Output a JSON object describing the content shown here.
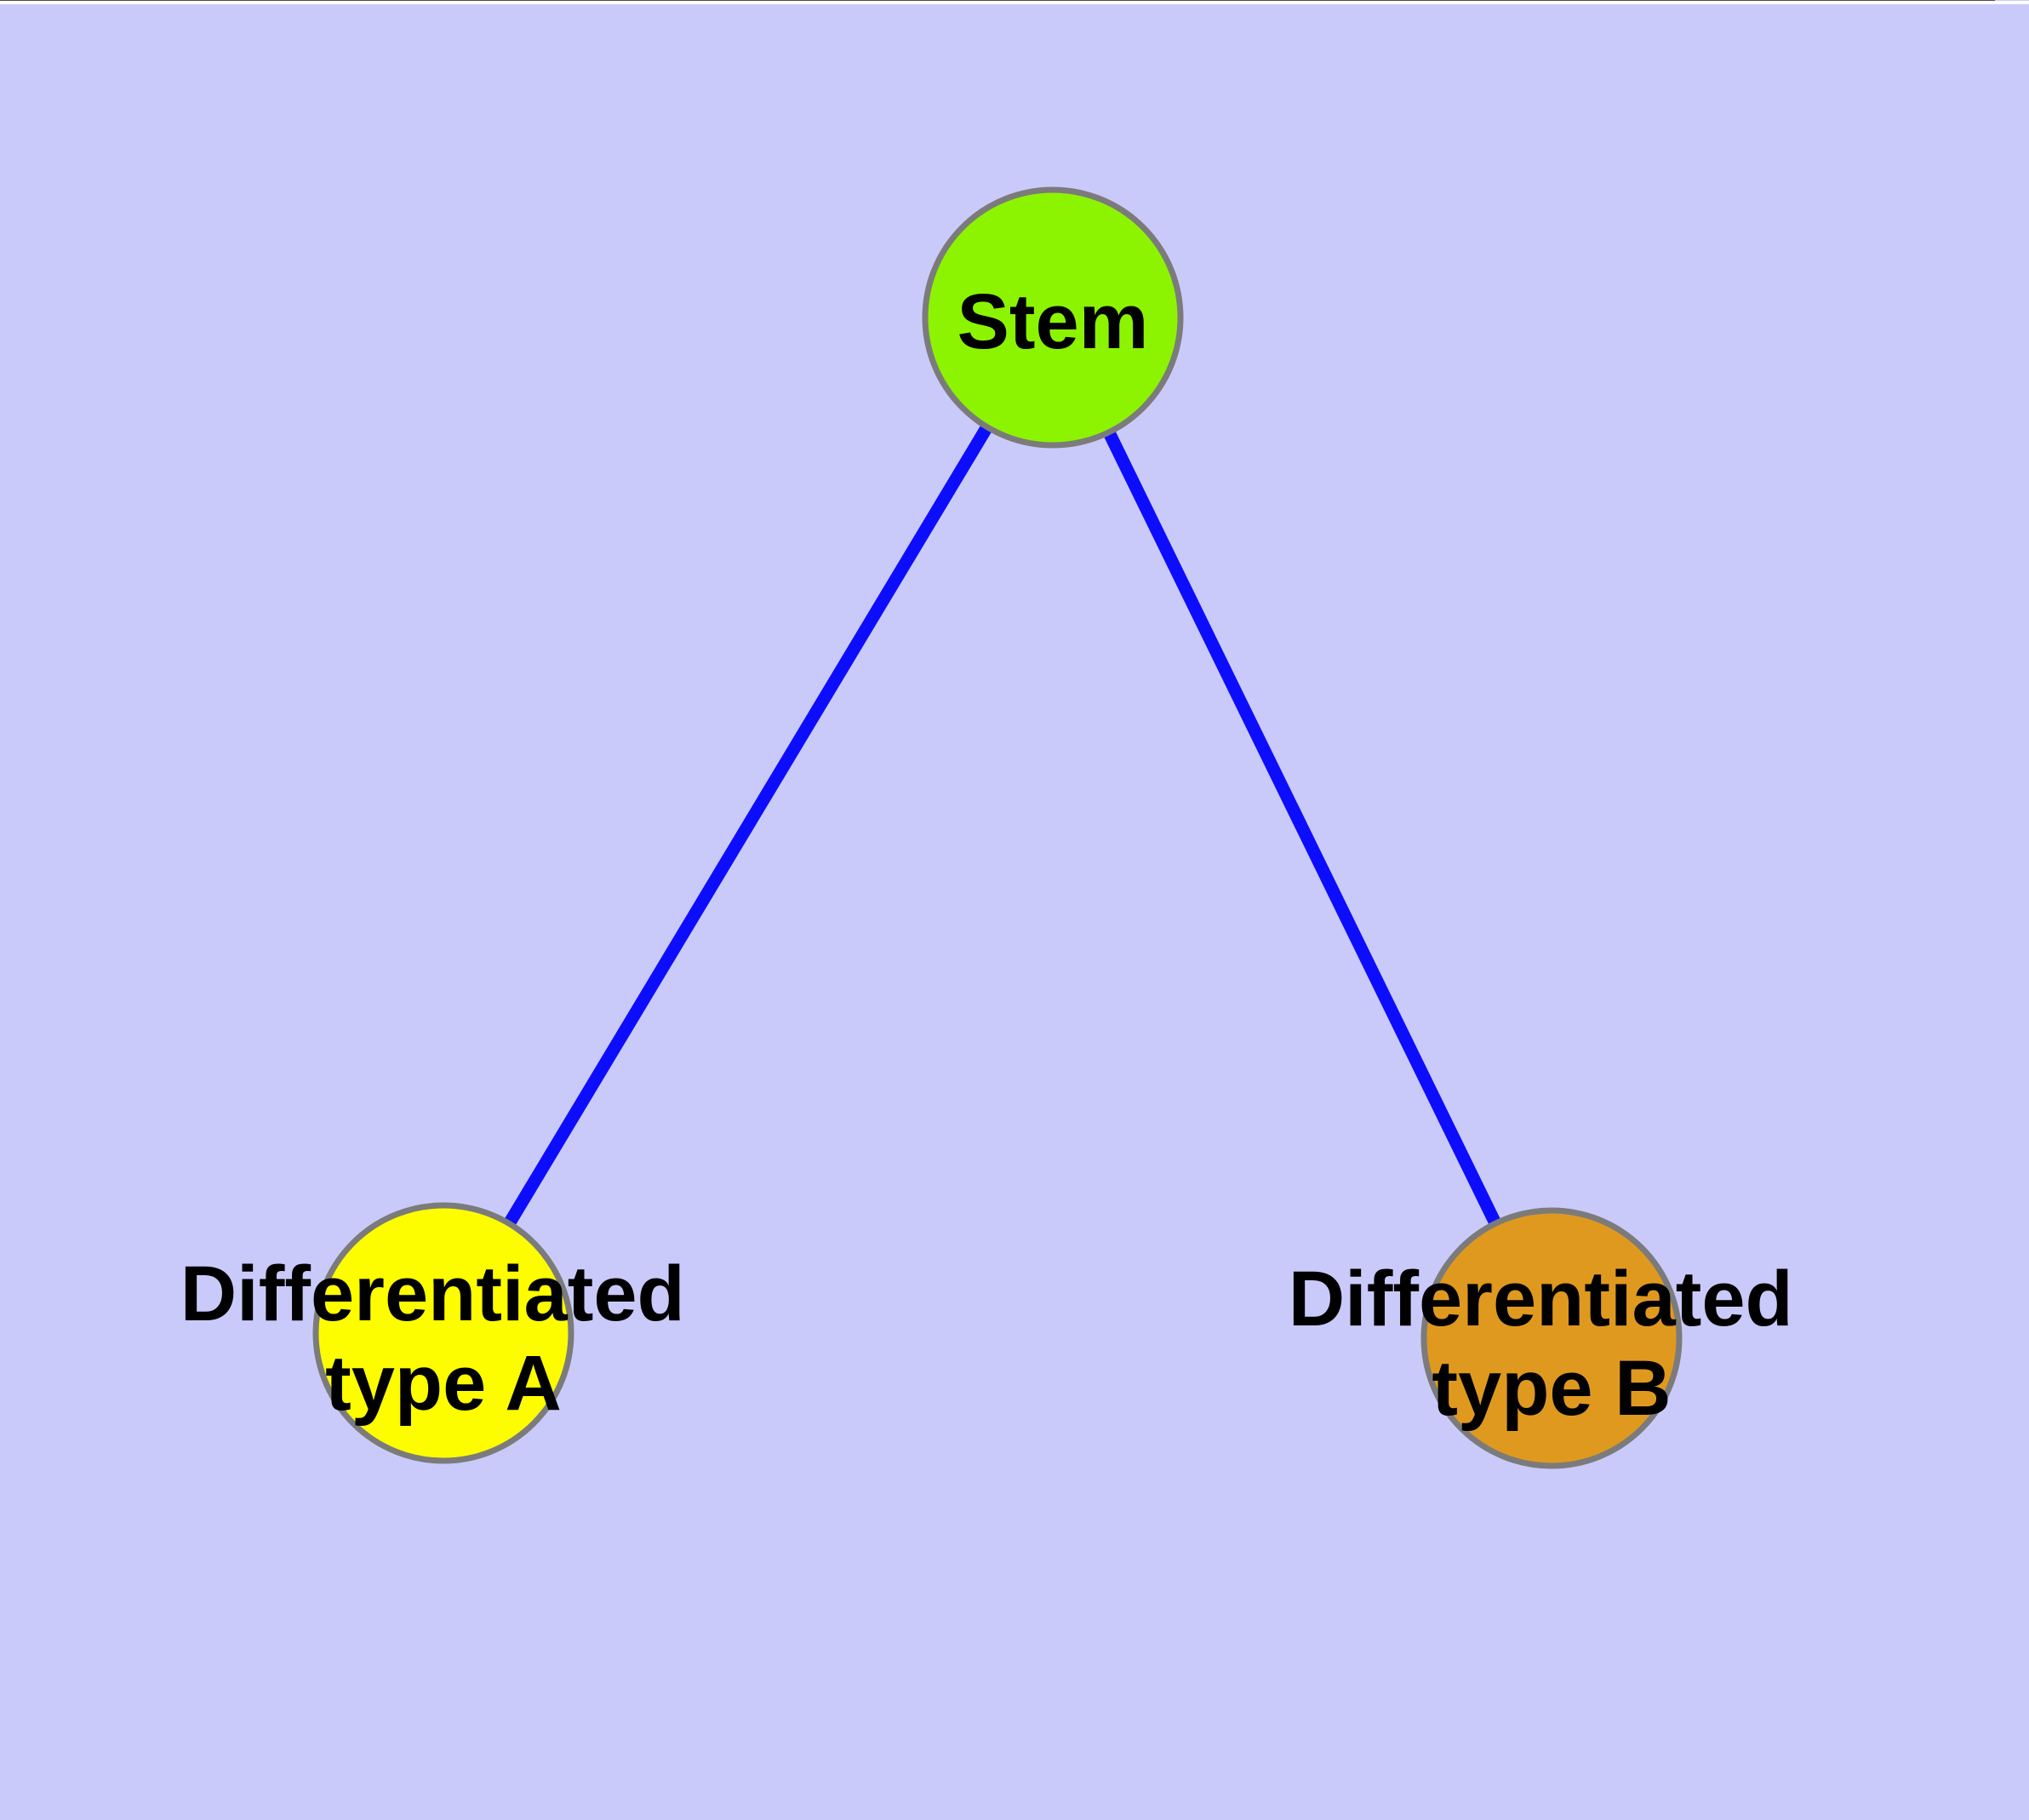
{
  "figure": {
    "background_color": "#cacafa",
    "edge_color": "#0d0dfd",
    "node_border_color": "#7b7b7b",
    "text_color": "#000000",
    "nodes": [
      {
        "id": "stem",
        "label": "Stem",
        "fill": "#8cf400"
      },
      {
        "id": "differentiated-type-a",
        "label_line1": "Differentiated",
        "label_line2": "type A",
        "fill": "#fdfd00"
      },
      {
        "id": "differentiated-type-b",
        "label_line1": "Differentiated",
        "label_line2": "type B",
        "fill": "#e0991f"
      }
    ],
    "edges": [
      {
        "from": "stem",
        "to": "differentiated-type-a"
      },
      {
        "from": "stem",
        "to": "differentiated-type-b"
      }
    ]
  }
}
